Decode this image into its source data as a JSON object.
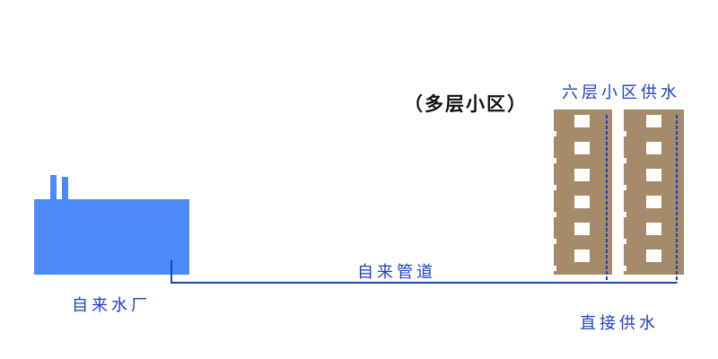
{
  "labels": {
    "plant": "自来水厂",
    "pipe": "自来管道",
    "direct_supply": "直接供水",
    "community_supply": "六层小区供水",
    "community_type": "（多层小区）"
  },
  "colors": {
    "plant_blue": "#4c8bf7",
    "pipe_blue": "#1d3fc4",
    "building": "#a68b6b",
    "window": "#ffffff"
  },
  "building": {
    "floors": 6
  }
}
